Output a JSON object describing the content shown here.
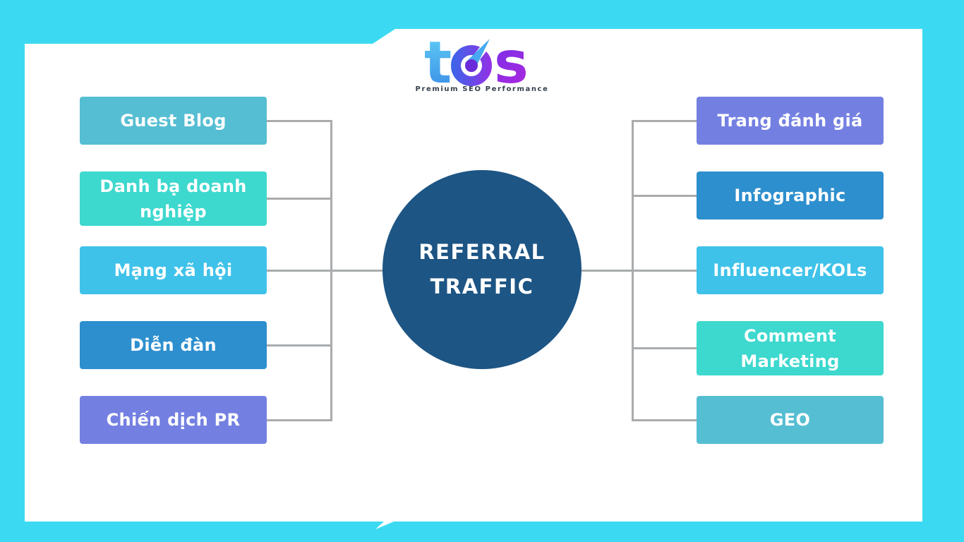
{
  "canvas": {
    "background_color": "#3CDAF2",
    "panel_color": "#FFFFFF",
    "connector_color": "#A9ABAD"
  },
  "logo": {
    "letter_t": "t",
    "letter_s": "s",
    "tagline": "Premium SEO Performance",
    "colors": {
      "t_top": "#5CC9F4",
      "t_bottom": "#3E92E8",
      "o_left": "#3A67E8",
      "o_right": "#9430E6",
      "needle": "#45A8F0",
      "dot": "#6A2BD8",
      "s_top": "#7A2FE8",
      "s_bottom": "#AC28DE",
      "tagline_color": "#36414E"
    }
  },
  "center_node": {
    "line1": "REFERRAL",
    "line2": "TRAFFIC",
    "color": "#1D5584",
    "text_color": "#FFFFFF"
  },
  "left_nodes": [
    {
      "label": "Guest Blog",
      "color": "#55BED2"
    },
    {
      "label": "Danh bạ doanh nghiệp",
      "color": "#3DD8CE"
    },
    {
      "label": "Mạng xã hội",
      "color": "#3FC2E9"
    },
    {
      "label": "Diễn đàn",
      "color": "#2D8FCE"
    },
    {
      "label": "Chiến dịch PR",
      "color": "#7480E1"
    }
  ],
  "right_nodes": [
    {
      "label": "Trang đánh giá",
      "color": "#7480E1"
    },
    {
      "label": "Infographic",
      "color": "#2D8FCE"
    },
    {
      "label": "Influencer/KOLs",
      "color": "#3FC2E9"
    },
    {
      "label": "Comment Marketing",
      "color": "#3DD8CE"
    },
    {
      "label": "GEO",
      "color": "#55BED2"
    }
  ]
}
